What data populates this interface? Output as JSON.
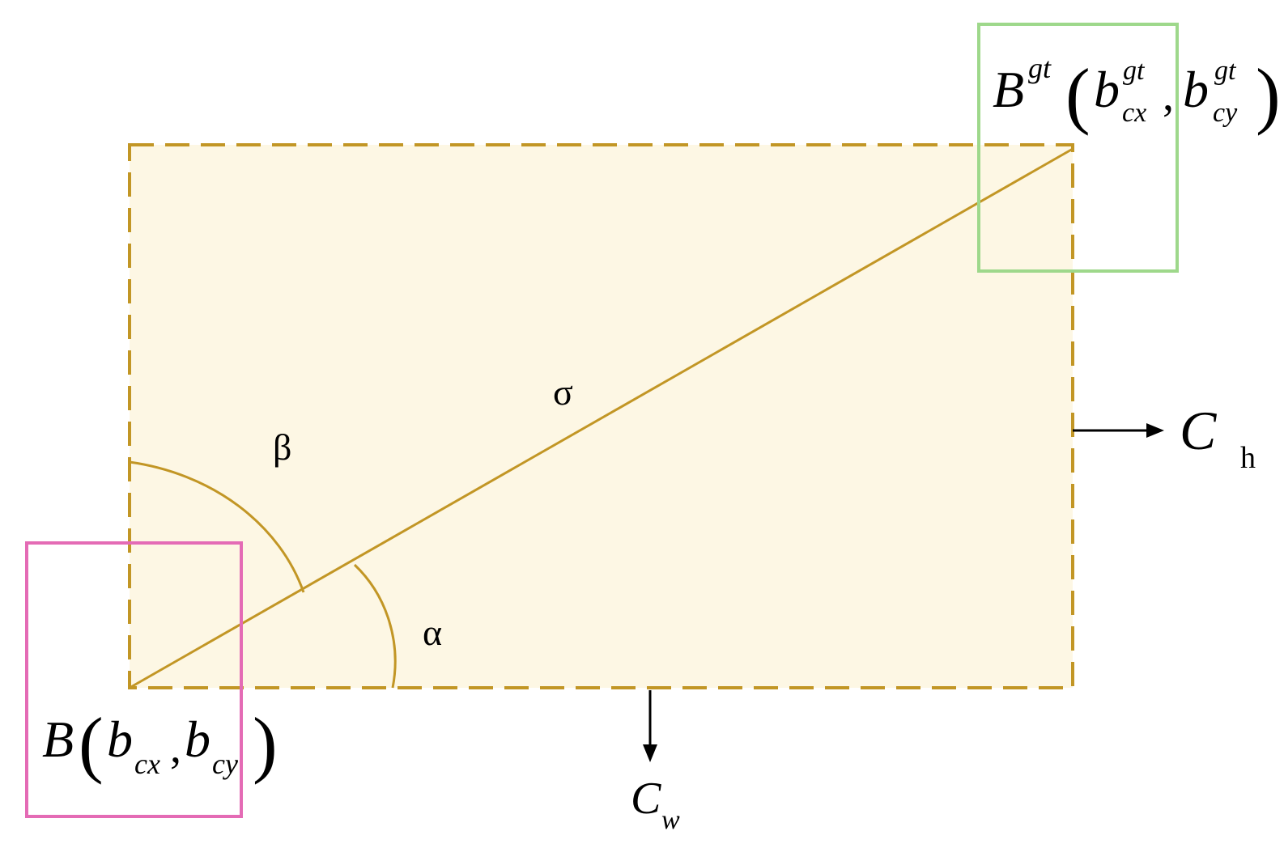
{
  "colors": {
    "fill": "#fdf7e4",
    "gold": "#c29625",
    "green": "#9ed88b",
    "pink": "#e46bb5",
    "black": "#000000"
  },
  "labels": {
    "beta": "β",
    "sigma": "σ",
    "alpha": "α",
    "ch_main": "C",
    "ch_sub": "h",
    "cw_main": "C",
    "cw_sub": "w",
    "gt_B": "B",
    "gt_sup": "gt",
    "gt_b1": "b",
    "gt_b1_sup": "gt",
    "gt_b1_sub": "cx",
    "gt_comma": ",",
    "gt_b2": "b",
    "gt_b2_sup": "gt",
    "gt_b2_sub": "cy",
    "pred_B": "B",
    "pred_b1": "b",
    "pred_b1_sub": "cx",
    "pred_comma": ",",
    "pred_b2": "b",
    "pred_b2_sub": "cy",
    "paren_open": "(",
    "paren_close": ")"
  }
}
